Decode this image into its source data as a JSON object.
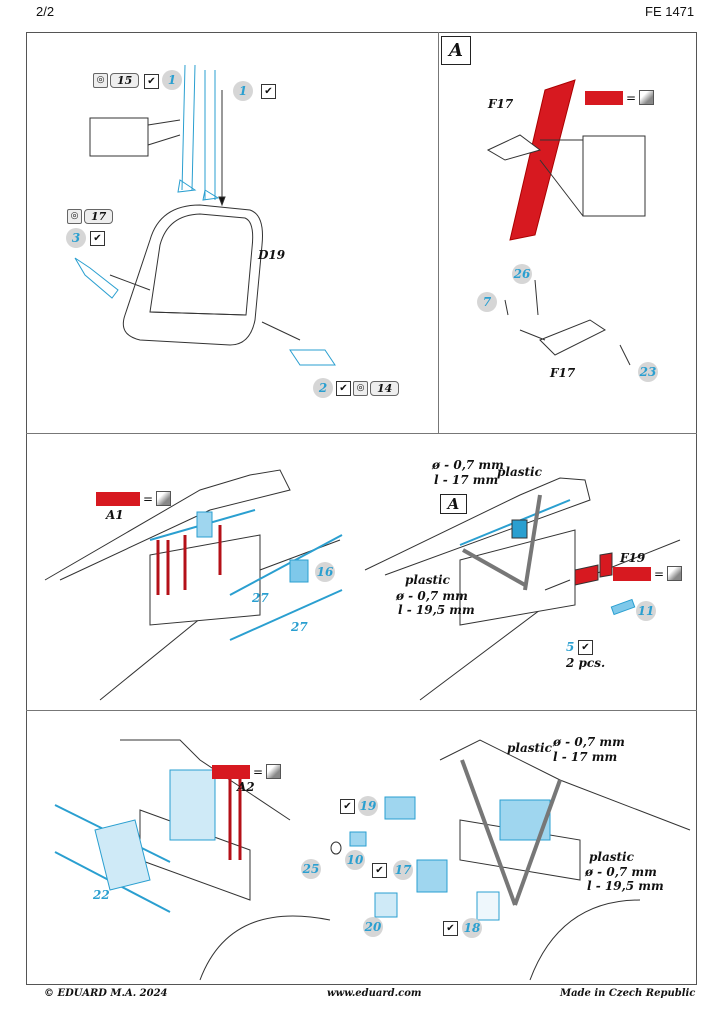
{
  "header": {
    "page": "2/2",
    "code": "FE 1471"
  },
  "icons": {
    "check": "check-icon",
    "etch": "etch-fret-icon",
    "paint": "paint-swatch-icon"
  },
  "colors": {
    "red": "#d71920",
    "etch_blue": "#2a9fd0"
  },
  "section_seat": {
    "belt_etch_ref": "15",
    "belt_part": "1",
    "belt_part_2": "1",
    "side_etch_ref": "17",
    "side_part": "3",
    "seat_label": "D19",
    "lever_part": "2",
    "lever_etch_ref": "14"
  },
  "section_a": {
    "box_label": "A",
    "part_top": "F17",
    "part_bottom": "F17",
    "parts": [
      "26",
      "7",
      "23"
    ],
    "equals": "="
  },
  "section_mid_left": {
    "paint_label": "A1",
    "equals": "=",
    "parts": [
      "16",
      "27",
      "27"
    ]
  },
  "section_mid_right": {
    "rod_top": {
      "diameter": "ø - 0,7 mm",
      "length": "l - 17 mm",
      "material": "plastic"
    },
    "rod_bottom": {
      "material": "plastic",
      "diameter": "ø - 0,7 mm",
      "length": "l - 19,5 mm"
    },
    "box_label": "A",
    "paint_label": "F19",
    "equals": "=",
    "part_11": "11",
    "part_5": "5",
    "qty": "2 pcs."
  },
  "section_bottom_left": {
    "paint_label": "A2",
    "equals": "=",
    "part": "22"
  },
  "section_bottom_right": {
    "rod_top": {
      "material": "plastic",
      "diameter": "ø - 0,7 mm",
      "length": "l - 17 mm"
    },
    "rod_bottom": {
      "material": "plastic",
      "diameter": "ø - 0,7 mm",
      "length": "l - 19,5 mm"
    },
    "parts": {
      "p19": "19",
      "p25": "25",
      "p10": "10",
      "p17": "17",
      "p20": "20",
      "p18": "18"
    }
  },
  "footer": {
    "copyright": "© EDUARD  M.A. 2024",
    "website": "www.eduard.com",
    "origin": "Made in Czech Republic"
  }
}
